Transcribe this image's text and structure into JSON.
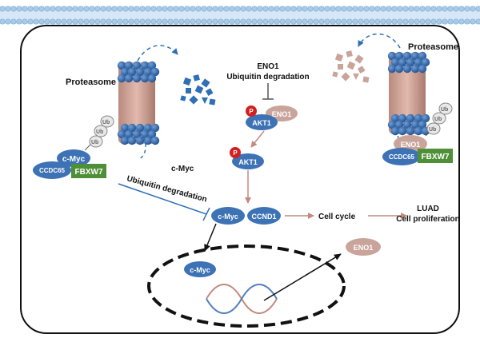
{
  "labels": {
    "proteasome_left": "Proteasome",
    "proteasome_right": "Proteasome",
    "eno1_deg_title": "ENO1",
    "eno1_deg_sub": "Ubiquitin degradation",
    "cmyc_deg_title": "c-Myc",
    "cmyc_deg_sub": "Ubiquitin degradation",
    "cell_cycle": "Cell cycle",
    "luad": "LUAD",
    "proliferation": "Cell proliferation"
  },
  "nodes": {
    "cmyc_left": "c-Myc",
    "ccdc65_left": "CCDC65",
    "fbxw7_left": "FBXW7",
    "ub1_left": "Ub",
    "ub2_left": "Ub",
    "ub3_left": "Ub",
    "eno1_top": "ENO1",
    "akt1_top": "AKT1",
    "p_top": "P",
    "akt1_mid": "AKT1",
    "p_mid": "P",
    "cmyc_center": "c-Myc",
    "ccnd1": "CCND1",
    "eno1_right": "ENO1",
    "ccdc65_right": "CCDC65",
    "fbxw7_right": "FBXW7",
    "ub1_right": "Ub",
    "ub2_right": "Ub",
    "ub3_right": "Ub",
    "cmyc_nucleus": "c-Myc",
    "eno1_out": "ENO1"
  },
  "colors": {
    "blue_node": "#3d72b5",
    "pink_node": "#c9a49a",
    "green_node": "#4e8f38",
    "ub_node": "#e8e8e8",
    "phospho": "#d21f1f",
    "membrane": "#d6e8f8",
    "arrow_pink": "#c28a7f",
    "blue_line": "#2f6fb5"
  }
}
